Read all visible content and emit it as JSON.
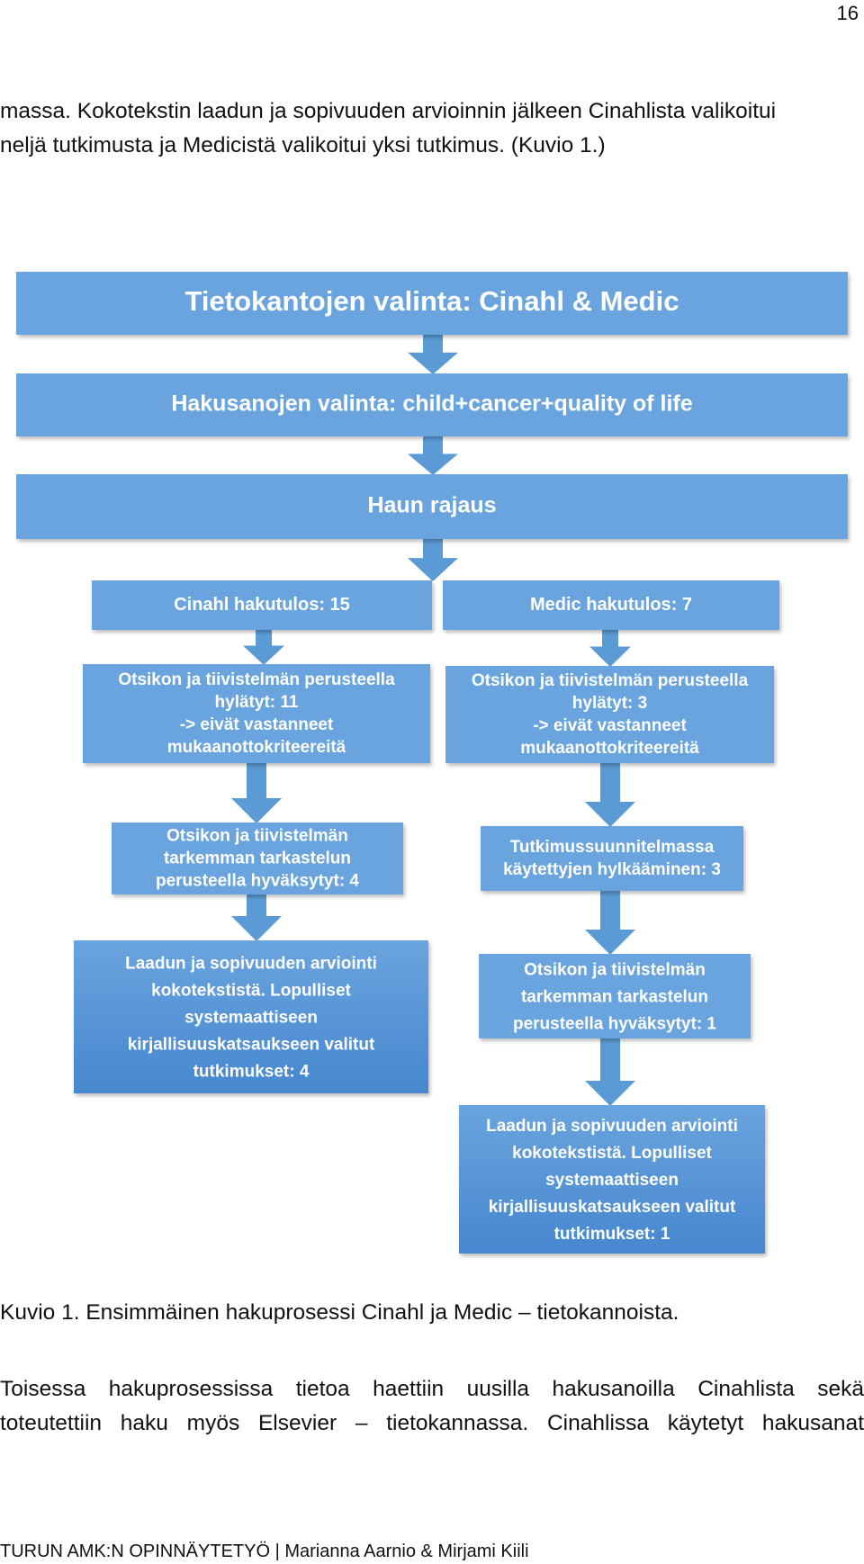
{
  "page_number": "16",
  "paragraph_top": [
    "massa. Kokotekstin laadun ja sopivuuden arvioinnin jälkeen Cinahlista valikoitui",
    "neljä tutkimusta ja Medicistä valikoitui yksi tutkimus. (Kuvio 1.)"
  ],
  "flowchart": {
    "color_light": "#6aa4de",
    "color_dark": "#4687cf",
    "arrow_color": "#5b9bd5",
    "boxes": {
      "databases": [
        "Tietokantojen valinta: Cinahl & Medic"
      ],
      "keywords": [
        "Hakusanojen valinta: child+cancer+quality of life"
      ],
      "limits": [
        "Haun rajaus"
      ],
      "cinahl_results": [
        "Cinahl hakutulos: 15"
      ],
      "medic_results": [
        "Medic hakutulos: 7"
      ],
      "cinahl_rejected": [
        "Otsikon ja tiivistelmän perusteella",
        "hylätyt: 11",
        "-> eivät vastanneet",
        "mukaanottokriteereitä"
      ],
      "medic_rejected": [
        "Otsikon ja tiivistelmän perusteella",
        "hylätyt: 3",
        "-> eivät vastanneet",
        "mukaanottokriteereitä"
      ],
      "cinahl_accepted": [
        "Otsikon ja tiivistelmän",
        "tarkemman tarkastelun",
        "perusteella hyväksytyt: 4"
      ],
      "medic_plan_rejected": [
        "Tutkimussuunnitelmassa",
        "käytettyjen hylkääminen: 3"
      ],
      "medic_accepted": [
        "Otsikon ja tiivistelmän",
        "tarkemman tarkastelun",
        "perusteella hyväksytyt: 1"
      ],
      "cinahl_final": [
        "Laadun ja sopivuuden arviointi",
        "kokotekstistä. Lopulliset",
        "systemaattiseen",
        "kirjallisuuskatsaukseen valitut",
        "tutkimukset: 4"
      ],
      "medic_final": [
        "Laadun ja sopivuuden arviointi",
        "kokotekstistä. Lopulliset",
        "systemaattiseen",
        "kirjallisuuskatsaukseen valitut",
        "tutkimukset: 1"
      ]
    }
  },
  "caption": "Kuvio 1. Ensimmäinen hakuprosessi Cinahl ja Medic – tietokannoista.",
  "paragraph_bottom": [
    "Toisessa hakuprosessissa tietoa haettiin uusilla hakusanoilla Cinahlista sekä",
    "toteutettiin haku myös Elsevier – tietokannassa. Cinahlissa käytetyt hakusanat"
  ],
  "footer": "TURUN AMK:N OPINNÄYTETYÖ | Marianna Aarnio & Mirjami Kiili"
}
